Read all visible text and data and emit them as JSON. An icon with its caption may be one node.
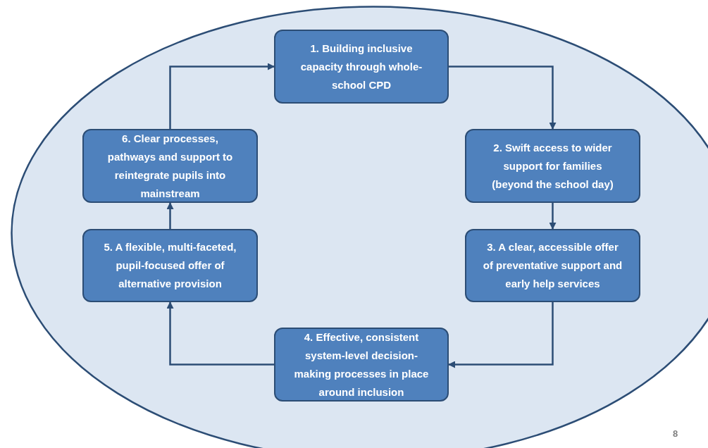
{
  "diagram": {
    "nodes": [
      {
        "text": [],
        "shape": "ellipse"
      },
      {
        "text": [
          "1. Building inclusive capacity through whole-school CPD"
        ],
        "in": 0
      },
      {
        "text": [
          "2. Swift access to wider support for families (beyond the school day)"
        ],
        "in": 0
      },
      {
        "text": [
          "3. A clear, accessible offer of preventative support and early help services"
        ],
        "in": 0
      },
      {
        "text": [
          "4. Effective, consistent system-level decision-making processes in place around inclusion"
        ],
        "in": 0
      },
      {
        "text": [
          "5. A flexible, multi-faceted, pupil-focused offer of alternative provision"
        ],
        "in": 0
      },
      {
        "text": [
          "6. Clear processes, pathways and support to reintegrate pupils into mainstream"
        ],
        "in": 0
      }
    ],
    "edges": [
      {
        "from": 1,
        "to": 2,
        "arrow": "to"
      },
      {
        "from": 2,
        "to": 3,
        "arrow": "to"
      },
      {
        "from": 3,
        "to": 4,
        "arrow": "to"
      },
      {
        "from": 4,
        "to": 5,
        "arrow": "to"
      },
      {
        "from": 5,
        "to": 6,
        "arrow": "to"
      },
      {
        "from": 6,
        "to": 1,
        "arrow": "to"
      }
    ],
    "labels": [
      "8"
    ]
  }
}
